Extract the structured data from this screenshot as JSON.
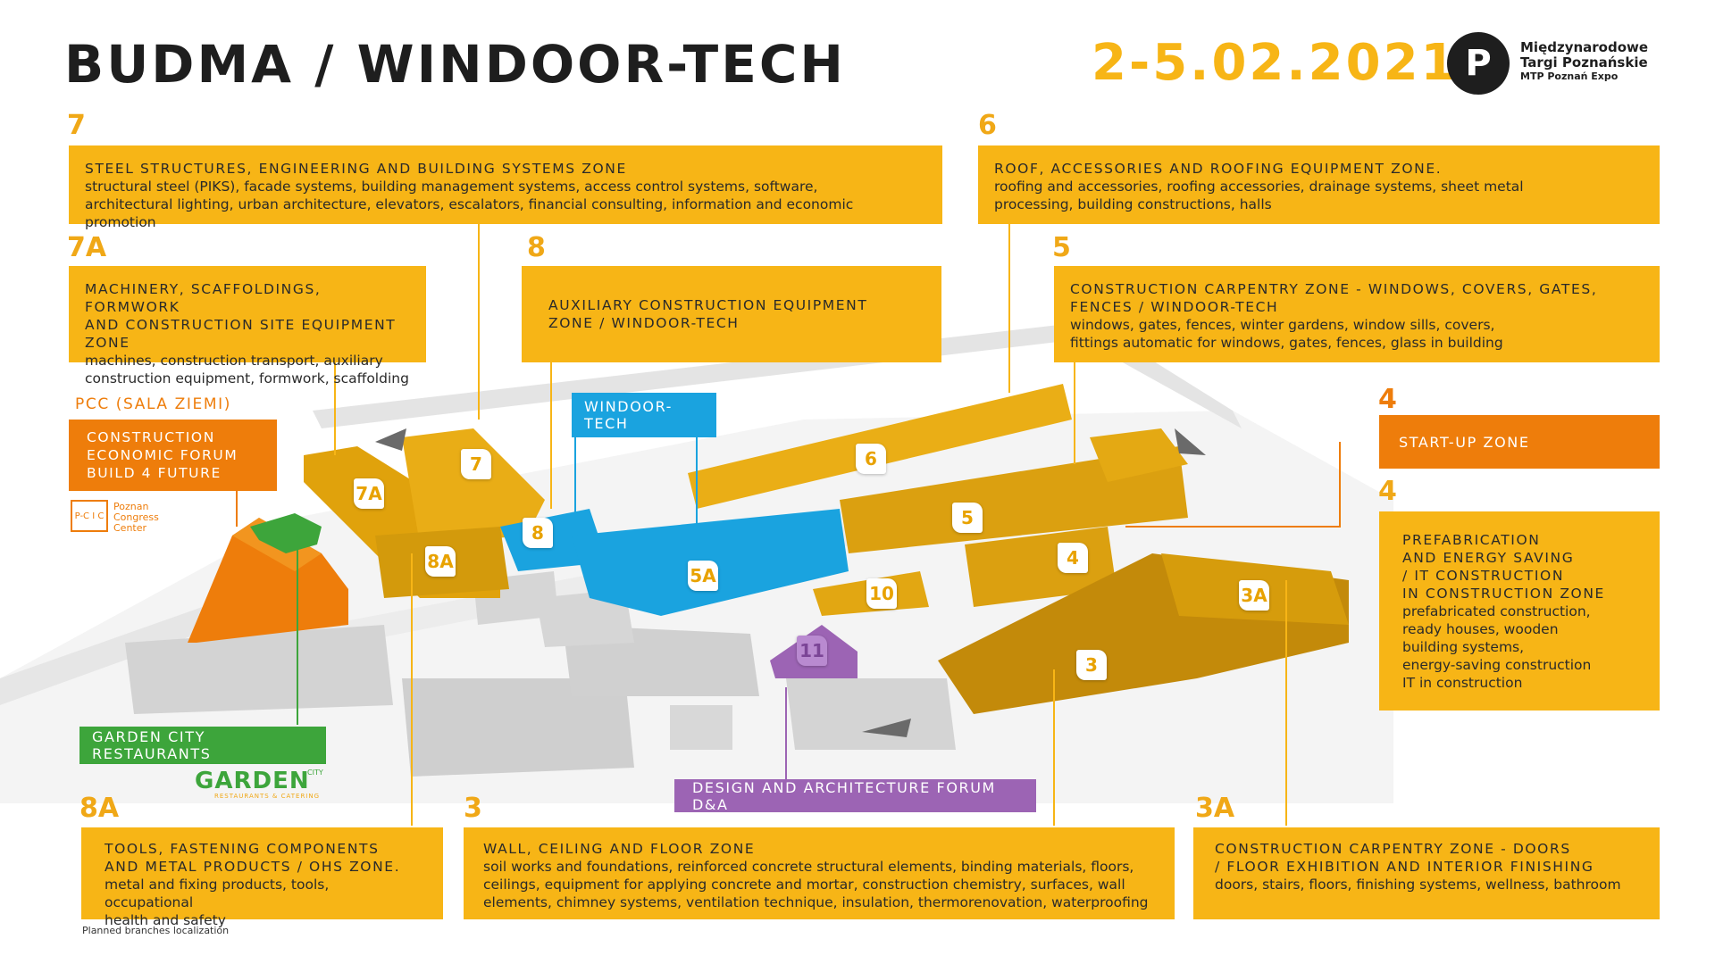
{
  "header": {
    "title": "BUDMA / WINDOOR-TECH",
    "date": "2-5.02.2021",
    "logo_line1": "Międzynarodowe",
    "logo_line2": "Targi Poznańskie",
    "logo_sub": "MTP Poznań Expo"
  },
  "zones": {
    "z7": {
      "number": "7",
      "heading": "STEEL STRUCTURES, ENGINEERING AND BUILDING SYSTEMS ZONE",
      "line1": "structural steel (PIKS), facade systems, building management systems, access control systems, software,",
      "line2": "architectural lighting, urban architecture, elevators, escalators, financial consulting, information and economic promotion"
    },
    "z6": {
      "number": "6",
      "heading": "ROOF, ACCESSORIES AND ROOFING EQUIPMENT ZONE.",
      "line1": "roofing and accessories, roofing accessories, drainage systems, sheet metal",
      "line2": "processing, building constructions, halls"
    },
    "z7a": {
      "number": "7A",
      "heading1": "MACHINERY, SCAFFOLDINGS, FORMWORK",
      "heading2": "AND CONSTRUCTION SITE EQUIPMENT ZONE",
      "line1": "machines, construction transport, auxiliary",
      "line2": "construction equipment, formwork, scaffolding"
    },
    "z8": {
      "number": "8",
      "heading1": "AUXILIARY CONSTRUCTION EQUIPMENT",
      "heading2": "ZONE / WINDOOR-TECH"
    },
    "z5": {
      "number": "5",
      "heading1": "CONSTRUCTION CARPENTRY  ZONE - WINDOWS, COVERS, GATES,",
      "heading2": "FENCES / WINDOOR-TECH",
      "line1": "windows, gates, fences, winter gardens, window sills, covers,",
      "line2": "fittings automatic for windows, gates, fences, glass in building"
    },
    "pcc": {
      "label": "PCC (SALA ZIEMI)",
      "line1": "CONSTRUCTION",
      "line2": "ECONOMIC FORUM",
      "line3": "BUILD 4 FUTURE",
      "logo_line1": "Poznan",
      "logo_line2": "Congress",
      "logo_line3": "Center",
      "logo_mark": "P-C I C"
    },
    "startup": {
      "number": "4",
      "label": "START-UP ZONE"
    },
    "z4": {
      "number": "4",
      "h1": "PREFABRICATION",
      "h2": "AND ENERGY SAVING",
      "h3": "/ IT CONSTRUCTION",
      "h4": "IN CONSTRUCTION ZONE",
      "d1": "prefabricated construction,",
      "d2": "ready houses, wooden",
      "d3": "building systems,",
      "d4": "energy-saving construction",
      "d5": "IT in construction"
    },
    "windoor": {
      "label": "WINDOOR-TECH"
    },
    "garden": {
      "label": "GARDEN CITY RESTAURANTS",
      "logo": "GARDEN",
      "logo_sub": "RESTAURANTS & CATERING",
      "logo_city": "CITY"
    },
    "design": {
      "label": "DESIGN AND ARCHITECTURE FORUM D&A"
    },
    "z8a": {
      "number": "8A",
      "heading1": "TOOLS, FASTENING COMPONENTS",
      "heading2": "AND METAL PRODUCTS / OHS ZONE.",
      "line1": "metal and fixing products, tools, occupational",
      "line2": "health and safety"
    },
    "z3": {
      "number": "3",
      "heading": "WALL, CEILING AND FLOOR ZONE",
      "line1": "soil works and foundations, reinforced concrete structural elements, binding materials, floors,",
      "line2": "ceilings, equipment for applying concrete and mortar, construction chemistry, surfaces, wall",
      "line3": "elements, chimney systems, ventilation technique, insulation, thermorenovation, waterproofing"
    },
    "z3a": {
      "number": "3A",
      "heading1": "CONSTRUCTION CARPENTRY ZONE - DOORS",
      "heading2": "/ FLOOR EXHIBITION AND INTERIOR FINISHING",
      "line1": "doors, stairs, floors, finishing systems, wellness, bathroom"
    }
  },
  "map_labels": {
    "h7a": "7A",
    "h7": "7",
    "h8": "8",
    "h8a": "8A",
    "h6": "6",
    "h5": "5",
    "h5a": "5A",
    "h4": "4",
    "h10": "10",
    "h11": "11",
    "h3a": "3A",
    "h3": "3"
  },
  "footer": {
    "note": "Planned branches localization"
  },
  "colors": {
    "yellow": "#f7b516",
    "orange": "#ee7d0b",
    "blue": "#1aa3df",
    "green": "#3da53b",
    "purple": "#9c64b4"
  }
}
